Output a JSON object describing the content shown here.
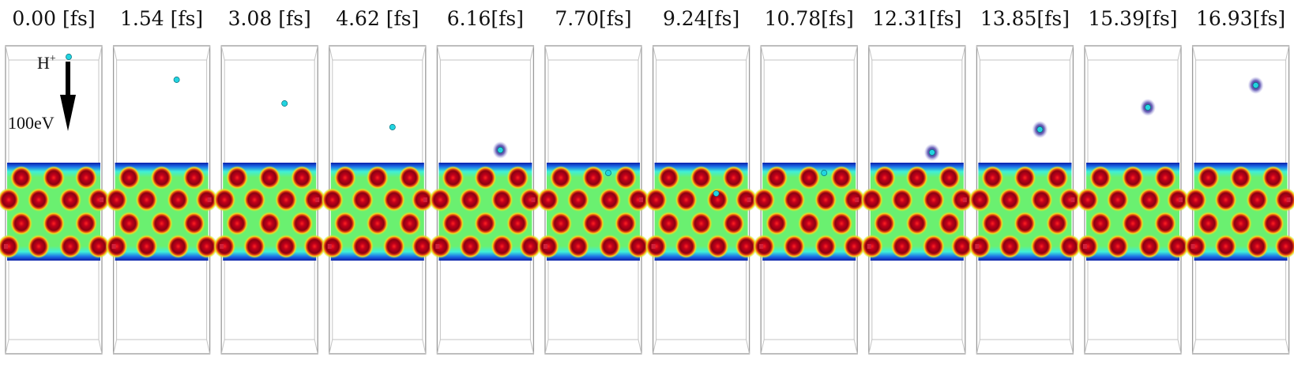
{
  "frames": [
    {
      "time": "0.00 [fs]",
      "proton_state": "above-surface"
    },
    {
      "time": "1.54 [fs]",
      "proton_state": "above-surface"
    },
    {
      "time": "3.08 [fs]",
      "proton_state": "above-surface"
    },
    {
      "time": "4.62 [fs]",
      "proton_state": "above-surface"
    },
    {
      "time": "6.16[fs]",
      "proton_state": "above-surface-with-charge-cloud"
    },
    {
      "time": "7.70[fs]",
      "proton_state": "inside-slab"
    },
    {
      "time": "9.24[fs]",
      "proton_state": "inside-slab"
    },
    {
      "time": "10.78[fs]",
      "proton_state": "inside-slab"
    },
    {
      "time": "12.31[fs]",
      "proton_state": "above-surface-with-charge-cloud"
    },
    {
      "time": "13.85[fs]",
      "proton_state": "above-surface-with-charge-cloud"
    },
    {
      "time": "15.39[fs]",
      "proton_state": "above-surface-with-charge-cloud"
    },
    {
      "time": "16.93[fs]",
      "proton_state": "above-surface-with-charge-cloud"
    }
  ],
  "annotations": {
    "projectile_label": "H",
    "projectile_charge": "+",
    "energy_label": "100eV"
  },
  "colors": {
    "proton": "#22d4e0",
    "density_background": "#5ef07a",
    "atom_core": "#b8001a",
    "atom_ring": "#f2d21c",
    "surface_edge": "#1a4cd8",
    "cloud": "#3a2ea0",
    "box_edge": "#9a9a9a"
  }
}
